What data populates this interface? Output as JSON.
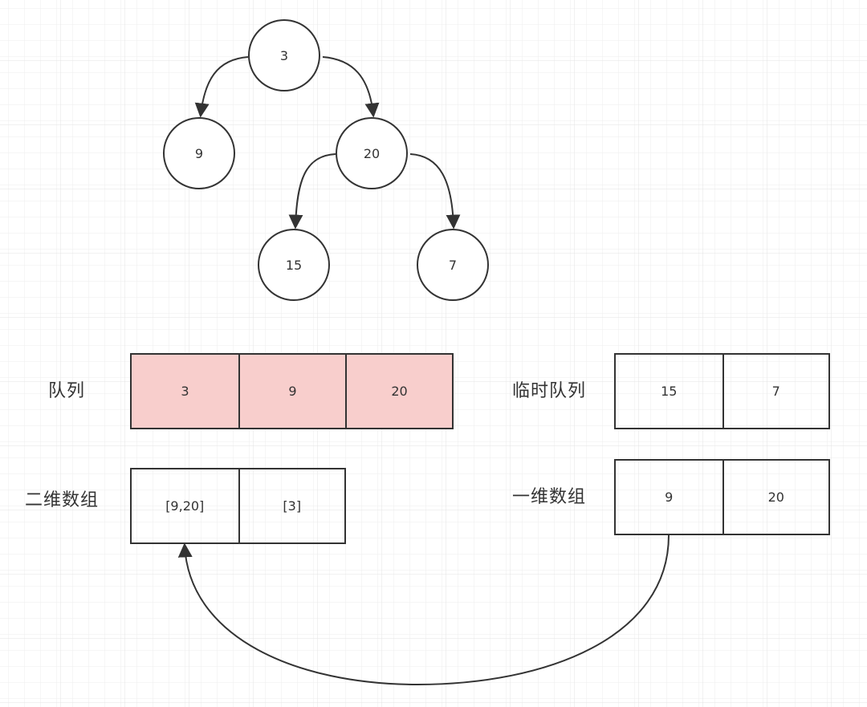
{
  "tree": {
    "root": "3",
    "left": "9",
    "right": "20",
    "right_left": "15",
    "right_right": "7"
  },
  "queue": {
    "label": "队列",
    "cells": [
      "3",
      "9",
      "20"
    ],
    "fill_color": "#f8cecc"
  },
  "temp_queue": {
    "label": "临时队列",
    "cells": [
      "15",
      "7"
    ]
  },
  "result_2d": {
    "label": "二维数组",
    "cells": [
      "[9,20]",
      "[3]"
    ]
  },
  "level_1d": {
    "label": "一维数组",
    "cells": [
      "9",
      "20"
    ]
  },
  "colors": {
    "stroke": "#333333",
    "grid": "#e6e6e6",
    "background": "#ffffff"
  }
}
